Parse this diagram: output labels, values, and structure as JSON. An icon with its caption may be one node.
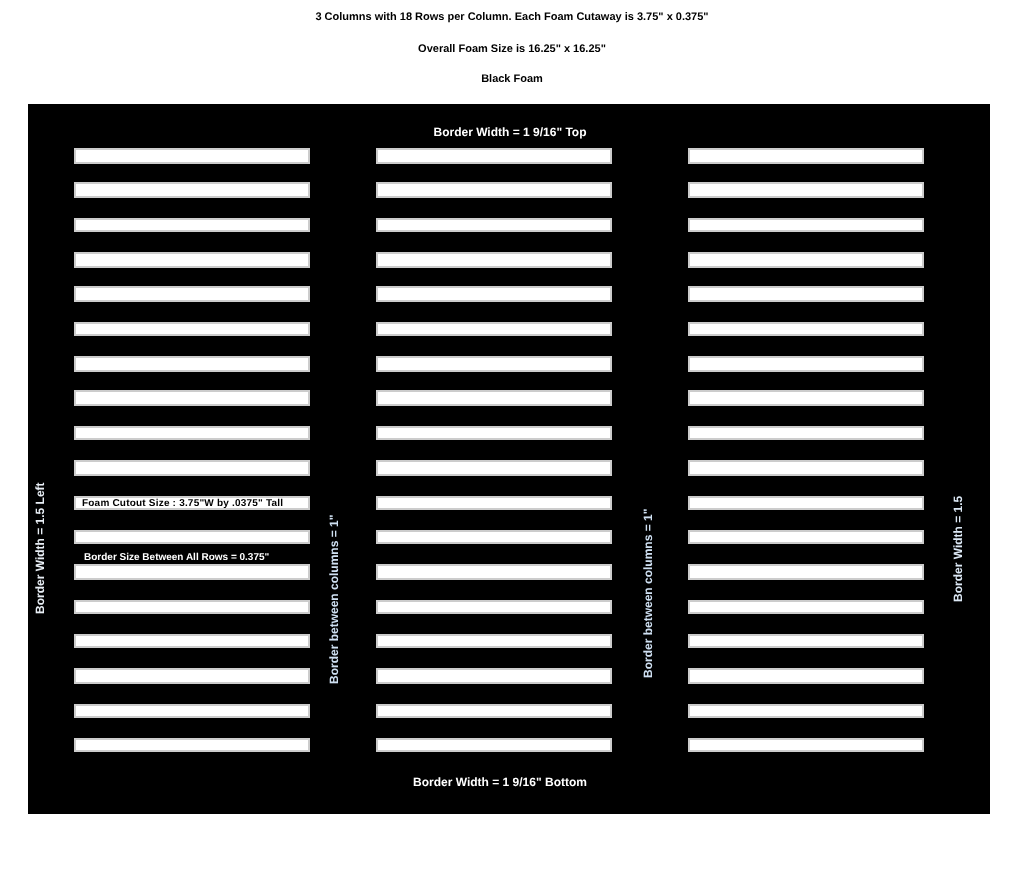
{
  "diagram": {
    "title": "3 Columns with 18 Rows per Column. Each Foam Cutaway is 3.75\" x 0.375\"",
    "nodes": [
      {
        "text": [
          "Border Width = 1 9/16\" Top",
          "Border Width = 1.5 Left",
          "Border Size Between All Rows = 0.375\"",
          "Border between columns = 1\"",
          "Border between columns = 1\"",
          "Border Width = 1.5",
          "Border Width = 1 9/16\" Bottom"
        ]
      },
      {
        "text": [],
        "shape": "bar",
        "in": 0
      },
      {
        "text": [],
        "shape": "bar",
        "in": 0
      },
      {
        "text": [],
        "shape": "bar",
        "in": 0
      },
      {
        "text": [],
        "shape": "bar",
        "in": 0
      },
      {
        "text": [],
        "shape": "bar",
        "in": 0
      },
      {
        "text": [],
        "shape": "bar",
        "in": 0
      },
      {
        "text": [],
        "shape": "bar",
        "in": 0
      },
      {
        "text": [],
        "shape": "bar",
        "in": 0
      },
      {
        "text": [],
        "shape": "bar",
        "in": 0
      },
      {
        "text": [],
        "shape": "bar",
        "in": 0
      },
      {
        "text": [
          "Foam Cutout Size  :  3.75\"W by .0375\" Tall"
        ],
        "in": 0
      },
      {
        "text": [],
        "shape": "bar",
        "in": 0
      },
      {
        "text": [],
        "shape": "bar",
        "in": 0
      },
      {
        "text": [],
        "shape": "bar",
        "in": 0
      },
      {
        "text": [],
        "shape": "bar",
        "in": 0
      },
      {
        "text": [],
        "shape": "bar",
        "in": 0
      },
      {
        "text": [],
        "shape": "bar",
        "in": 0
      },
      {
        "text": [],
        "shape": "bar",
        "in": 0
      },
      {
        "text": [],
        "shape": "bar",
        "in": 0
      },
      {
        "text": [],
        "shape": "bar",
        "in": 0
      },
      {
        "text": [],
        "shape": "bar",
        "in": 0
      },
      {
        "text": [],
        "shape": "bar",
        "in": 0
      },
      {
        "text": [],
        "shape": "bar",
        "in": 0
      },
      {
        "text": [],
        "shape": "bar",
        "in": 0
      },
      {
        "text": [],
        "shape": "bar",
        "in": 0
      },
      {
        "text": [],
        "shape": "bar",
        "in": 0
      },
      {
        "text": [],
        "shape": "bar",
        "in": 0
      },
      {
        "text": [],
        "shape": "bar",
        "in": 0
      },
      {
        "text": [],
        "shape": "bar",
        "in": 0
      },
      {
        "text": [],
        "shape": "bar",
        "in": 0
      },
      {
        "text": [],
        "shape": "bar",
        "in": 0
      },
      {
        "text": [],
        "shape": "bar",
        "in": 0
      },
      {
        "text": [],
        "shape": "bar",
        "in": 0
      },
      {
        "text": [],
        "shape": "bar",
        "in": 0
      },
      {
        "text": [],
        "shape": "bar",
        "in": 0
      },
      {
        "text": [],
        "shape": "bar",
        "in": 0
      },
      {
        "text": [],
        "shape": "bar",
        "in": 0
      },
      {
        "text": [],
        "shape": "bar",
        "in": 0
      },
      {
        "text": [],
        "shape": "bar",
        "in": 0
      },
      {
        "text": [],
        "shape": "bar",
        "in": 0
      },
      {
        "text": [],
        "shape": "bar",
        "in": 0
      },
      {
        "text": [],
        "shape": "bar",
        "in": 0
      },
      {
        "text": [],
        "shape": "bar",
        "in": 0
      },
      {
        "text": [],
        "shape": "bar",
        "in": 0
      },
      {
        "text": [],
        "shape": "bar",
        "in": 0
      },
      {
        "text": [],
        "shape": "bar",
        "in": 0
      },
      {
        "text": [],
        "shape": "bar",
        "in": 0
      },
      {
        "text": [],
        "shape": "bar",
        "in": 0
      },
      {
        "text": [],
        "shape": "bar",
        "in": 0
      },
      {
        "text": [],
        "shape": "bar",
        "in": 0
      },
      {
        "text": [],
        "shape": "bar",
        "in": 0
      },
      {
        "text": [],
        "shape": "bar",
        "in": 0
      },
      {
        "text": [],
        "shape": "bar",
        "in": 0
      },
      {
        "text": [],
        "shape": "bar",
        "in": 0
      }
    ],
    "labels": [
      "Overall Foam Size is 16.25\" x 16.25\"",
      "Black Foam"
    ]
  }
}
